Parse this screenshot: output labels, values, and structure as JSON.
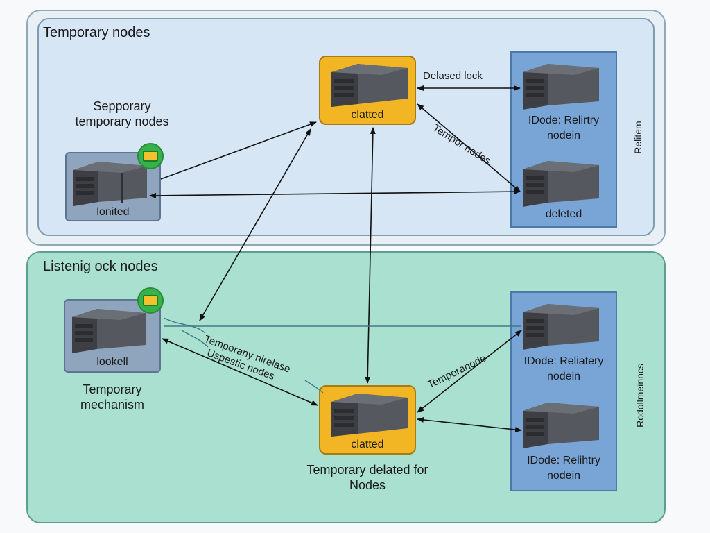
{
  "top_panel": {
    "title": "Temporary nodes",
    "left_caption_line1": "Sepporary",
    "left_caption_line2": "temporary nodes",
    "left_node_label": "lonited",
    "center_node_label": "clatted",
    "arrow_label_top": "Delased lock",
    "arrow_label_diag": "Tempor nodes",
    "right_top_label_line1": "IDode: Relirtry",
    "right_top_label_line2": "nodein",
    "right_bottom_label": "deleted",
    "side_label": "Relitem"
  },
  "bottom_panel": {
    "title": "Listenig ock nodes",
    "left_node_label": "lookell",
    "left_caption_line1": "Temporary",
    "left_caption_line2": "mechanism",
    "arrow_label_1": "Temporany nirelase",
    "arrow_label_2": "Uspestic nodes",
    "arrow_label_3": "Temporanode",
    "center_node_label": "clatted",
    "center_caption_line1": "Temporary delated for",
    "center_caption_line2": "Nodes",
    "right_top_label_line1": "IDode: Reliatery",
    "right_top_label_line2": "nodein",
    "right_bottom_label_line1": "IDode: Relihtry",
    "right_bottom_label_line2": "nodein",
    "side_label": "Rodollmeinncs"
  },
  "colors": {
    "top_panel_bg": "#d6e6f5",
    "bottom_panel_bg": "#a9e0d0",
    "yellow_node": "#f2b523",
    "blue_column": "#79a4d6",
    "badge": "#36b24a"
  },
  "icons": [
    "server-icon",
    "badge-icon",
    "arrow-icon"
  ]
}
